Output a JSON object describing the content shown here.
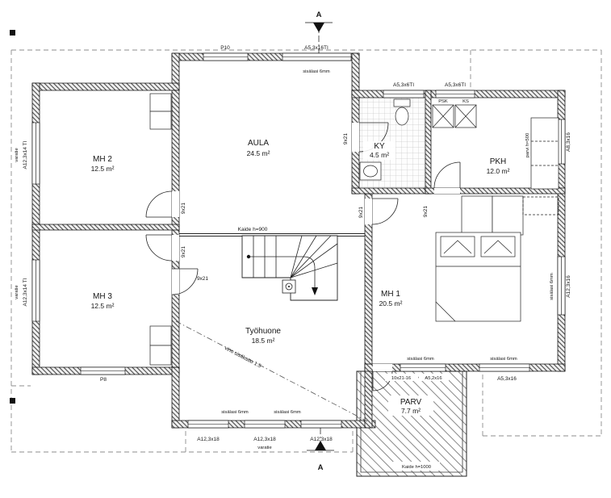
{
  "rooms": {
    "mh2": {
      "name": "MH 2",
      "area": "12.5 m²"
    },
    "mh3": {
      "name": "MH 3",
      "area": "12.5 m²"
    },
    "aula": {
      "name": "AULA",
      "area": "24.5 m²"
    },
    "ky": {
      "name": "KY",
      "area": "4.5 m²"
    },
    "pkh": {
      "name": "PKH",
      "area": "12.0 m²"
    },
    "mh1": {
      "name": "MH 1",
      "area": "20.5 m²"
    },
    "tyohuone": {
      "name": "Työhuone",
      "area": "18.5 m²"
    },
    "parv": {
      "name": "PARV",
      "area": "7.7 m²"
    }
  },
  "openings": {
    "p10": "P10",
    "a53x16ti": "A5,3x16TI",
    "a53x6ti": "A5,3x6TI",
    "a123x14ti": "A12,3x14 TI",
    "a83x16": "A8,3x16",
    "a123x16": "A12,3x16",
    "p8": "P8",
    "a123x18": "A12,3x18",
    "a52x16": "A5,2x16",
    "a53x16": "A5,3x16",
    "door_parv": "10x21-16",
    "door_9x21": "9x21"
  },
  "annotations": {
    "sisalasi": "sisälasi 6mm",
    "varatie": "varatie",
    "kaide_900": "Kaide h=900",
    "kaide_1000": "Kaide h=1000",
    "vino_sisakatto": "vino sisäkatto 1:5",
    "parvi_500": "parvi h=500",
    "psk": "PSK",
    "ks": "KS",
    "section": "A"
  }
}
